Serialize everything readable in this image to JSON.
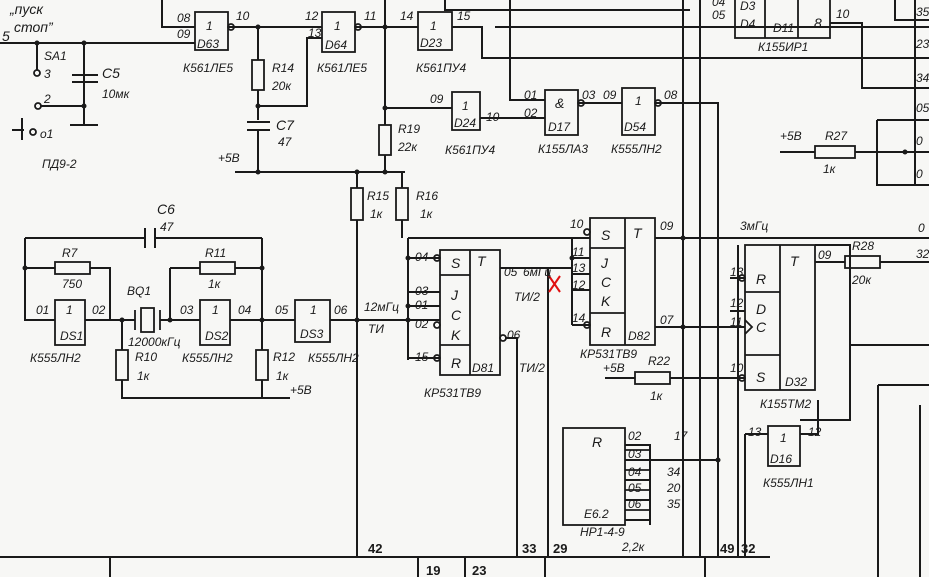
{
  "switch": {
    "title1": "„пуск",
    "title2": "стоп”",
    "net": "5",
    "ref": "SA1",
    "p3": "3",
    "p2": "2",
    "p1": "o1",
    "type": "ПД9-2"
  },
  "c5": {
    "ref": "C5",
    "value": "10мк"
  },
  "c6": {
    "ref": "C6",
    "value": "47"
  },
  "c7": {
    "ref": "C7",
    "value": "47"
  },
  "power": "+5В",
  "resistors": {
    "r7": {
      "ref": "R7",
      "value": "750"
    },
    "r10": {
      "ref": "R10",
      "value": "1к"
    },
    "r11": {
      "ref": "R11",
      "value": "1к"
    },
    "r12": {
      "ref": "R12",
      "value": "1к"
    },
    "r14": {
      "ref": "R14",
      "value": "20к"
    },
    "r15": {
      "ref": "R15",
      "value": "1к"
    },
    "r16": {
      "ref": "R16",
      "value": "1к"
    },
    "r19": {
      "ref": "R19",
      "value": "22к"
    },
    "r22": {
      "ref": "R22",
      "value": "1к"
    },
    "r27": {
      "ref": "R27",
      "value": "1к"
    },
    "r28": {
      "ref": "R28",
      "value": "20к"
    }
  },
  "crystal": {
    "ref": "BQ1",
    "value": "12000кГц"
  },
  "gates": {
    "d63": {
      "ref": "D63",
      "sym": "1",
      "in1": "08",
      "in2": "09",
      "out": "10",
      "part": "К561ЛЕ5"
    },
    "d64": {
      "ref": "D64",
      "sym": "1",
      "in1": "12",
      "in2": "13",
      "out": "11",
      "part": "К561ЛЕ5"
    },
    "d23": {
      "ref": "D23",
      "sym": "1",
      "in": "14",
      "out": "15",
      "part": "К561ПУ4"
    },
    "d24": {
      "ref": "D24",
      "sym": "1",
      "in": "09",
      "out": "10",
      "part": "К561ПУ4"
    },
    "d17": {
      "ref": "D17",
      "sym": "&",
      "in1": "01",
      "in2": "02",
      "out": "03",
      "part": "К155ЛА3"
    },
    "d54": {
      "ref": "D54",
      "sym": "1",
      "in": "09",
      "out": "08",
      "part": "К555ЛН2"
    },
    "ds1": {
      "ref": "DS1",
      "sym": "1",
      "in": "01",
      "out": "02",
      "part": "К555ЛН2"
    },
    "ds2": {
      "ref": "DS2",
      "sym": "1",
      "in": "03",
      "out": "04",
      "part": "К555ЛН2"
    },
    "ds3": {
      "ref": "DS3",
      "sym": "1",
      "in": "05",
      "out": "06",
      "part": "К555ЛН2"
    },
    "d16": {
      "ref": "D16",
      "sym": "1",
      "in": "13",
      "out": "12",
      "part": "К555ЛН1"
    }
  },
  "d11": {
    "ref": "D11",
    "r1": "D3",
    "r2": "D4",
    "sym": "8",
    "p1": "04",
    "p2": "05",
    "out": "10",
    "part": "К155ИР1"
  },
  "d81": {
    "ref": "D81",
    "s": "S",
    "t": "T",
    "j": "J",
    "c": "C",
    "k": "K",
    "r": "R",
    "p04": "04",
    "p03": "03",
    "p01": "01",
    "p02": "02",
    "p15": "15",
    "p05": "05",
    "p06": "06",
    "part": "КР531ТВ9"
  },
  "d82": {
    "ref": "D82",
    "s": "S",
    "t": "T",
    "j": "J",
    "c": "C",
    "k": "K",
    "r": "R",
    "p10": "10",
    "p11": "11",
    "p13": "13",
    "p12": "12",
    "p14": "14",
    "p09": "09",
    "p07": "07",
    "part": "КР531ТВ9"
  },
  "d32": {
    "ref": "D32",
    "r": "R",
    "t": "T",
    "d": "D",
    "c": "C",
    "s": "S",
    "p13": "13",
    "p12": "12",
    "p11": "11",
    "p10": "10",
    "p09": "09",
    "part": "К155ТМ2"
  },
  "e62": {
    "ref": "E6.2",
    "r": "R",
    "part": "НР1-4-9",
    "value": "2,2к",
    "pins": [
      {
        "pin": "02",
        "net": "17"
      },
      {
        "pin": "03",
        "net": ""
      },
      {
        "pin": "04",
        "net": "34"
      },
      {
        "pin": "05",
        "net": "20"
      },
      {
        "pin": "06",
        "net": "35"
      }
    ]
  },
  "signals": {
    "f12": "12мГц",
    "ti": "ТИ",
    "f6": "6мГц",
    "ti2a": "ТИ/2",
    "ti2b": "ТИ/2",
    "f3": "3мГц"
  },
  "connectors_right": [
    "35",
    "23",
    "34",
    "05",
    "0",
    "0",
    "0",
    "32"
  ],
  "connectors_bottom": [
    "42",
    "33",
    "29",
    "49",
    "32",
    "19",
    "23"
  ],
  "marker": {
    "color": "#e01010"
  }
}
